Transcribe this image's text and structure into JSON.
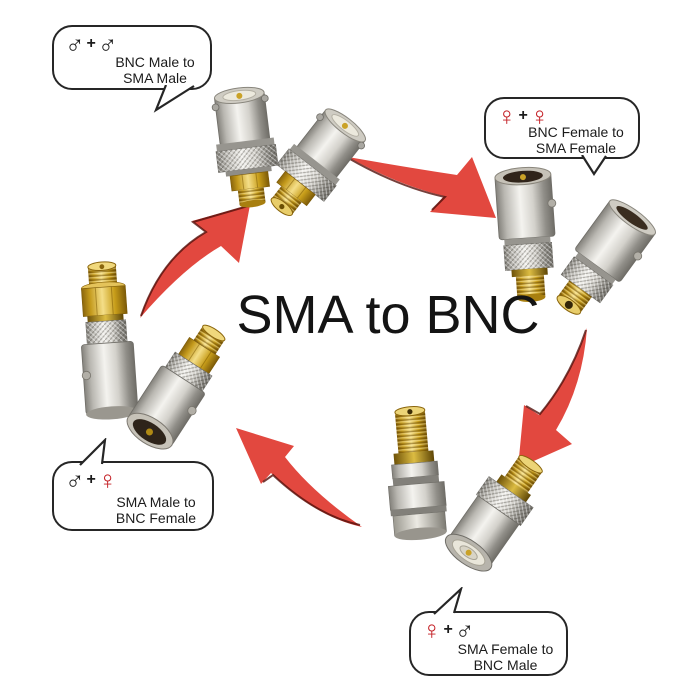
{
  "title": "SMA to BNC",
  "colors": {
    "arrow_red": "#e2483f",
    "arrow_edge_dark": "#54100b",
    "female_symbol_red": "#c42026",
    "male_symbol_black": "#1c1c1c",
    "bubble_border": "#262626"
  },
  "callouts": [
    {
      "position": "top-left",
      "sym1": "♂",
      "plus": "+",
      "sym2": "♂",
      "line1": "BNC Male to",
      "line2": "SMA Male"
    },
    {
      "position": "top-right",
      "sym1": "♀",
      "plus": "+",
      "sym2": "♀",
      "line1": "BNC Female to",
      "line2": "SMA Female"
    },
    {
      "position": "bottom-left",
      "sym1": "♂",
      "plus": "+",
      "sym2": "♀",
      "line1": "SMA Male to",
      "line2": "BNC Female"
    },
    {
      "position": "bottom-right",
      "sym1": "♀",
      "plus": "+",
      "sym2": "♂",
      "line1": "SMA Female to",
      "line2": "BNC Male"
    }
  ]
}
